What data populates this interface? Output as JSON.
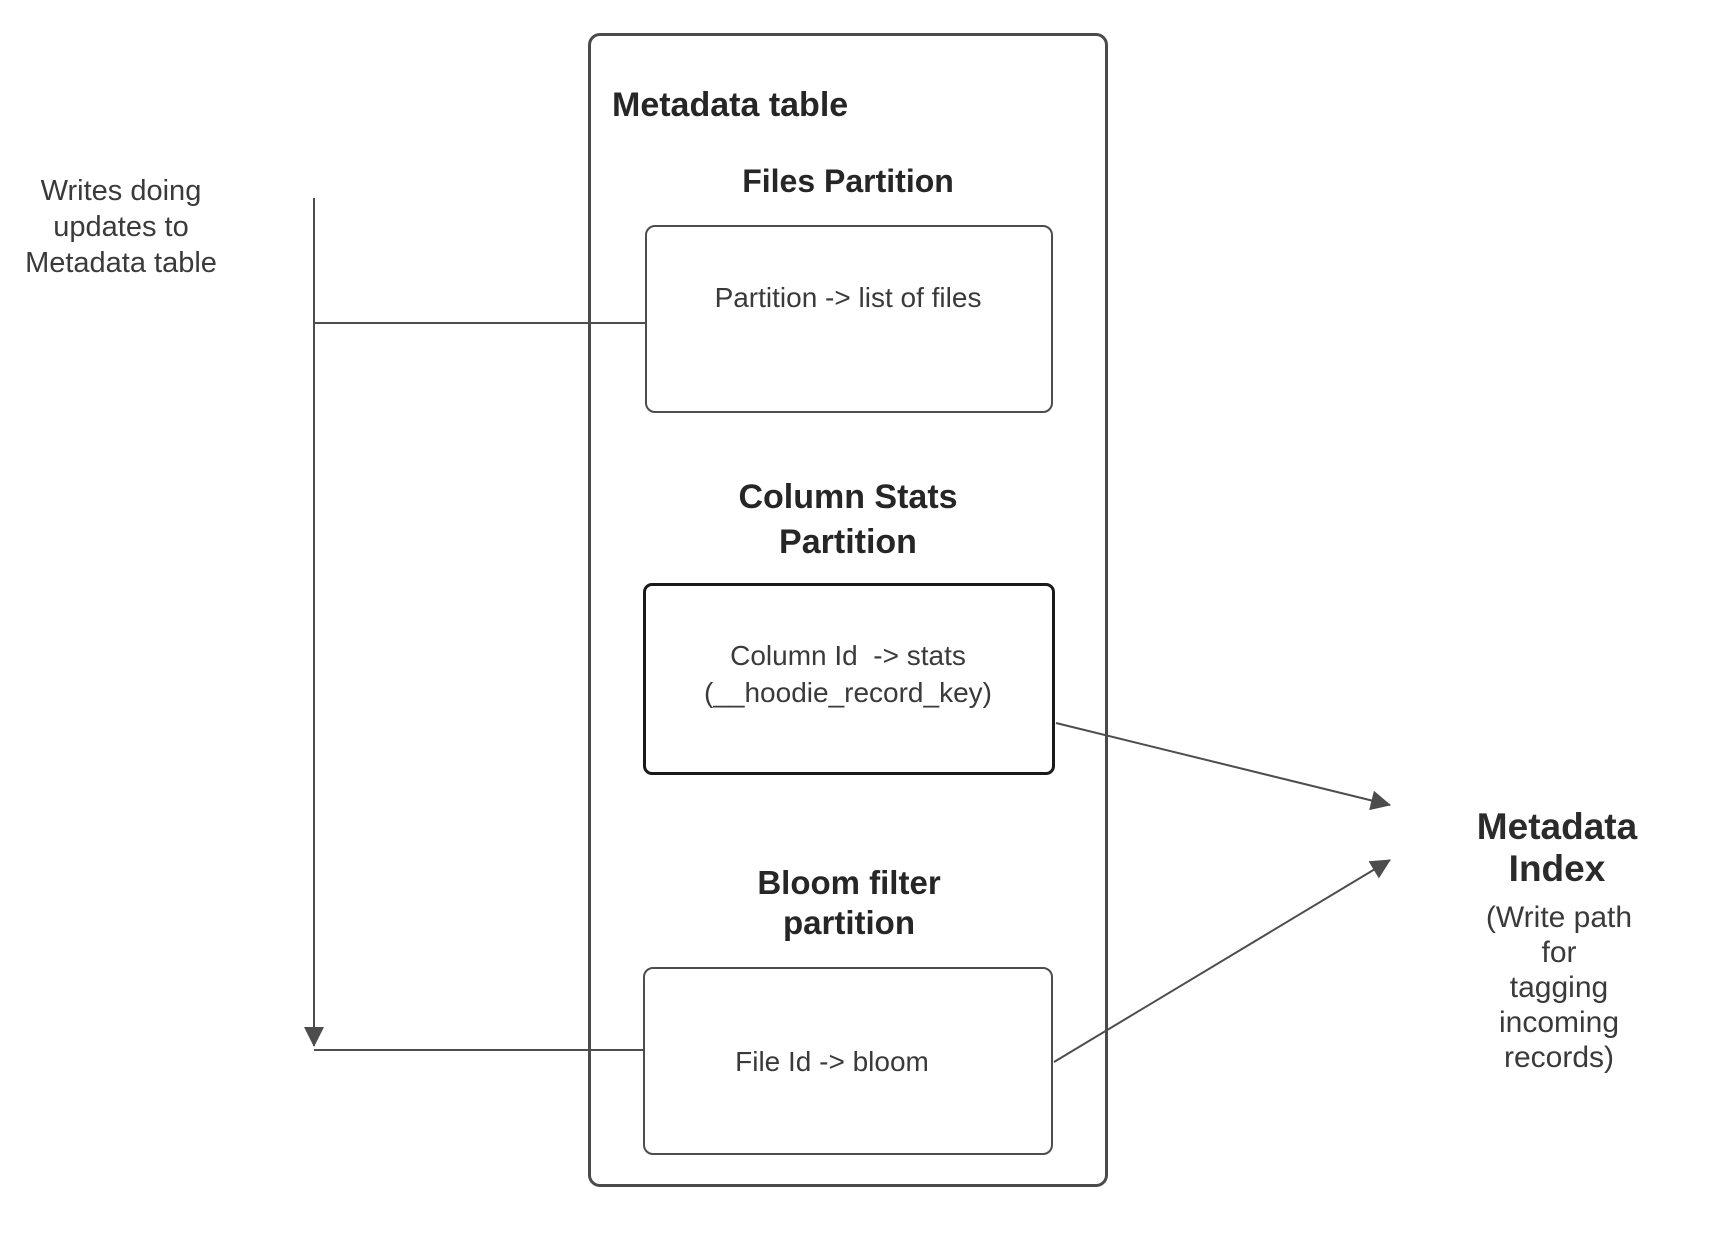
{
  "colors": {
    "connector_line": "#4d4d4d",
    "outer_border": "#4a4a4a",
    "partition_border": "#4d4d4d",
    "stats_border": "#1a1a1a",
    "heading_text": "#262626",
    "body_text": "#3a3a3a",
    "background": "#ffffff"
  },
  "left_note": {
    "text": "Writes doing\nupdates to\nMetadata table"
  },
  "metadata_table": {
    "title": "Metadata table",
    "files_partition": {
      "heading": "Files Partition",
      "box_text": "Partition -> list of files"
    },
    "column_stats_partition": {
      "heading": "Column Stats\nPartition",
      "box_text": "Column Id  -> stats\n(__hoodie_record_key)"
    },
    "bloom_filter_partition": {
      "heading": "Bloom filter\npartition",
      "box_text": "File Id -> bloom"
    }
  },
  "metadata_index": {
    "title": "Metadata Index",
    "caption": "(Write path for\ntagging incoming\nrecords)"
  }
}
